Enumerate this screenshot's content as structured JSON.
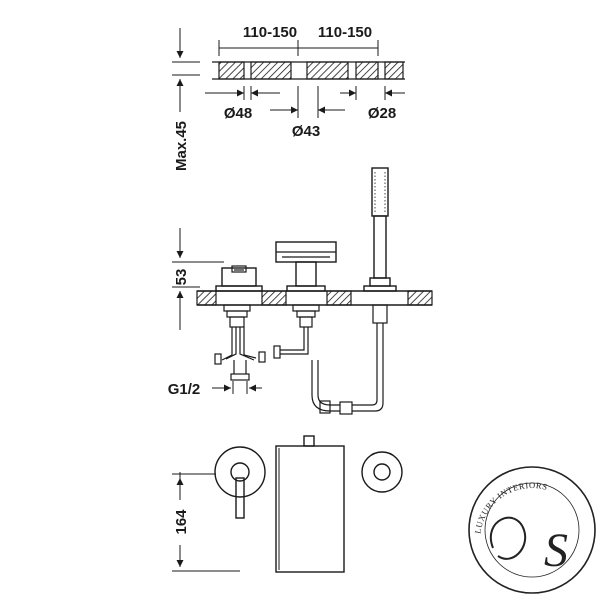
{
  "dimensions": {
    "spacing_left": "110-150",
    "spacing_right": "110-150",
    "dia_left": "Ø48",
    "dia_center": "Ø43",
    "dia_right": "Ø28",
    "max_height": "Max.45",
    "height_53": "53",
    "thread": "G1/2",
    "height_164": "164"
  },
  "logo": {
    "arc_text": "LUXURY INTERIORS",
    "monogram": "S"
  }
}
